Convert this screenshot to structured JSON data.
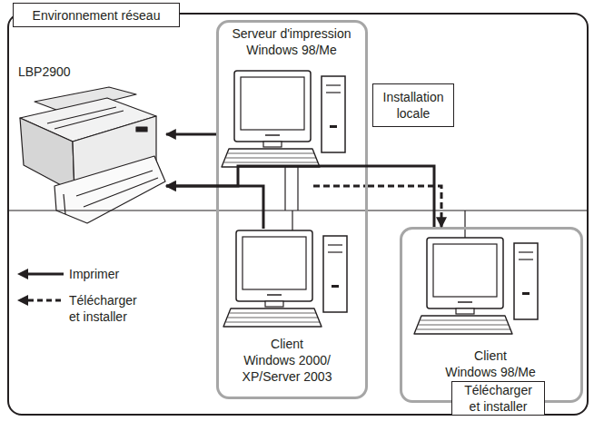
{
  "diagram": {
    "nodes": [
      {
        "text": [
          "Environnement réseau"
        ]
      },
      {
        "text": [
          "LBP2900"
        ],
        "in": 0
      },
      {
        "text": [
          "Serveur d'impression Windows 98/Me"
        ],
        "in": 0
      },
      {
        "text": [
          "Client",
          "Windows 2000/ XP/Server 2003"
        ],
        "in": 2
      },
      {
        "text": [
          "Installation locale"
        ],
        "in": 0
      },
      {
        "text": [
          "Client",
          "Windows 98/Me"
        ],
        "in": 0
      },
      {
        "text": [
          "Télécharger et installer"
        ],
        "in": 5
      }
    ],
    "edges": [
      {
        "from": 2,
        "to": 1,
        "arrow": "to"
      },
      {
        "from": 3,
        "to": 1,
        "arrow": "to"
      },
      {
        "from": 5,
        "to": 1,
        "arrow": "to"
      },
      {
        "from": 2,
        "to": 5,
        "arrow": "to"
      }
    ],
    "legend": [
      {
        "text": "Imprimer"
      },
      {
        "text": "Télécharger et installer"
      }
    ]
  }
}
